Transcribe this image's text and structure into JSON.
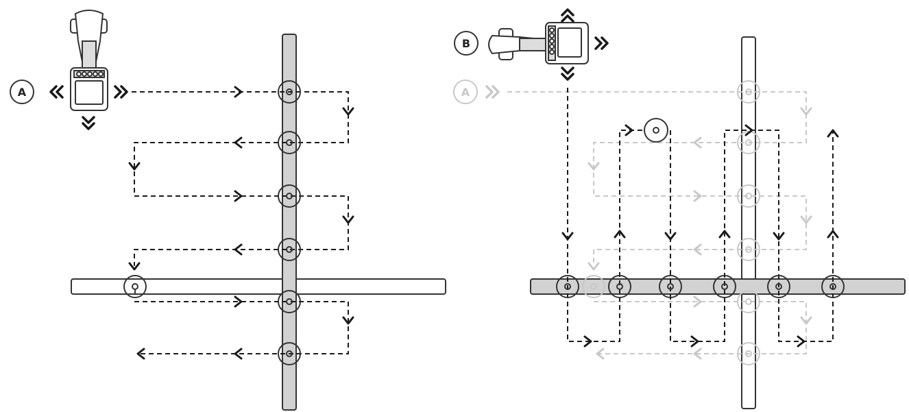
{
  "labels": {
    "a": "A",
    "b": "B",
    "a_faded": "A"
  },
  "colors": {
    "path_dark": "#1a1a1a",
    "path_light": "#c8c8c8",
    "pipe_fill_grey": "#d2d2d2",
    "pipe_fill_white": "#ffffff",
    "outline": "#333333"
  },
  "icons": {
    "locator": "handheld-locator-icon",
    "arrow_left": "double-chevron-left-icon",
    "arrow_right": "double-chevron-right-icon",
    "arrow_down": "double-chevron-down-icon",
    "arrow_up": "double-chevron-up-icon"
  }
}
